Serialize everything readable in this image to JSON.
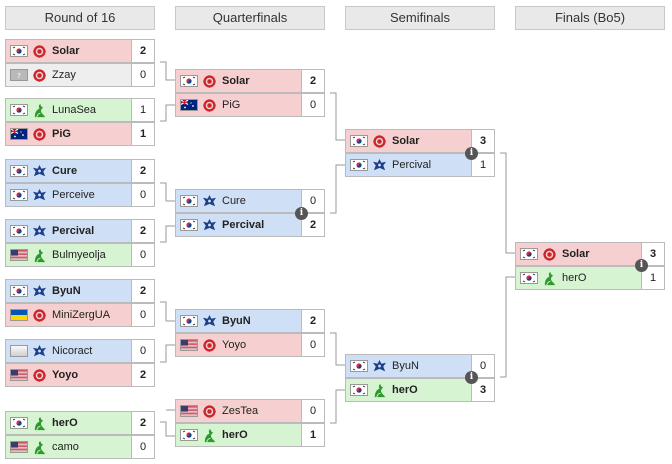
{
  "rounds": [
    "Round of 16",
    "Quarterfinals",
    "Semifinals",
    "Finals (Bo5)"
  ],
  "matches": {
    "r16_1": [
      {
        "name": "Solar",
        "score": "2",
        "race": "zerg",
        "flag": "kr",
        "win": true
      },
      {
        "name": "Zzay",
        "score": "0",
        "race": "zerg",
        "flag": "unknown",
        "win": false
      }
    ],
    "r16_2": [
      {
        "name": "LunaSea",
        "score": "1",
        "race": "protoss",
        "flag": "kr",
        "win": false
      },
      {
        "name": "PiG",
        "score": "1",
        "race": "zerg",
        "flag": "au",
        "win": true
      }
    ],
    "r16_3": [
      {
        "name": "Cure",
        "score": "2",
        "race": "terran",
        "flag": "kr",
        "win": true
      },
      {
        "name": "Perceive",
        "score": "0",
        "race": "terran",
        "flag": "kr",
        "win": false
      }
    ],
    "r16_4": [
      {
        "name": "Percival",
        "score": "2",
        "race": "terran",
        "flag": "kr",
        "win": true
      },
      {
        "name": "Bulmyeolja",
        "score": "0",
        "race": "protoss",
        "flag": "us",
        "win": false
      }
    ],
    "r16_5": [
      {
        "name": "ByuN",
        "score": "2",
        "race": "terran",
        "flag": "kr",
        "win": true
      },
      {
        "name": "MiniZergUA",
        "score": "0",
        "race": "zerg",
        "flag": "ua",
        "win": false
      }
    ],
    "r16_6": [
      {
        "name": "Nicoract",
        "score": "0",
        "race": "terran",
        "flag": "none",
        "win": false
      },
      {
        "name": "Yoyo",
        "score": "2",
        "race": "zerg",
        "flag": "us",
        "win": true
      }
    ],
    "r16_7": [
      {
        "name": "herO",
        "score": "2",
        "race": "protoss",
        "flag": "kr",
        "win": true
      },
      {
        "name": "camo",
        "score": "0",
        "race": "protoss",
        "flag": "us",
        "win": false
      }
    ],
    "qf_1": [
      {
        "name": "Solar",
        "score": "2",
        "race": "zerg",
        "flag": "kr",
        "win": true
      },
      {
        "name": "PiG",
        "score": "0",
        "race": "zerg",
        "flag": "au",
        "win": false
      }
    ],
    "qf_2": [
      {
        "name": "Cure",
        "score": "0",
        "race": "terran",
        "flag": "kr",
        "win": false
      },
      {
        "name": "Percival",
        "score": "2",
        "race": "terran",
        "flag": "kr",
        "win": true
      }
    ],
    "qf_3": [
      {
        "name": "ByuN",
        "score": "2",
        "race": "terran",
        "flag": "kr",
        "win": true
      },
      {
        "name": "Yoyo",
        "score": "0",
        "race": "zerg",
        "flag": "us",
        "win": false
      }
    ],
    "qf_4": [
      {
        "name": "ZesTea",
        "score": "0",
        "race": "zerg",
        "flag": "us",
        "win": false
      },
      {
        "name": "herO",
        "score": "1",
        "race": "protoss",
        "flag": "kr",
        "win": true
      }
    ],
    "sf_1": [
      {
        "name": "Solar",
        "score": "3",
        "race": "zerg",
        "flag": "kr",
        "win": true
      },
      {
        "name": "Percival",
        "score": "1",
        "race": "terran",
        "flag": "kr",
        "win": false
      }
    ],
    "sf_2": [
      {
        "name": "ByuN",
        "score": "0",
        "race": "terran",
        "flag": "kr",
        "win": false
      },
      {
        "name": "herO",
        "score": "3",
        "race": "protoss",
        "flag": "kr",
        "win": true
      }
    ],
    "final": [
      {
        "name": "Solar",
        "score": "3",
        "race": "zerg",
        "flag": "kr",
        "win": true
      },
      {
        "name": "herO",
        "score": "1",
        "race": "protoss",
        "flag": "kr",
        "win": false
      }
    ]
  },
  "colors": {
    "zerg": "#f6d0d0",
    "terran": "#cfe0f6",
    "protoss": "#d6f3d2",
    "unknown": "#eeeeee",
    "line": "#9a9a9a"
  },
  "icons": {
    "zerg": "zerg-race-icon",
    "terran": "terran-race-icon",
    "protoss": "protoss-race-icon",
    "info": "info-icon"
  },
  "info_symbol": "i"
}
